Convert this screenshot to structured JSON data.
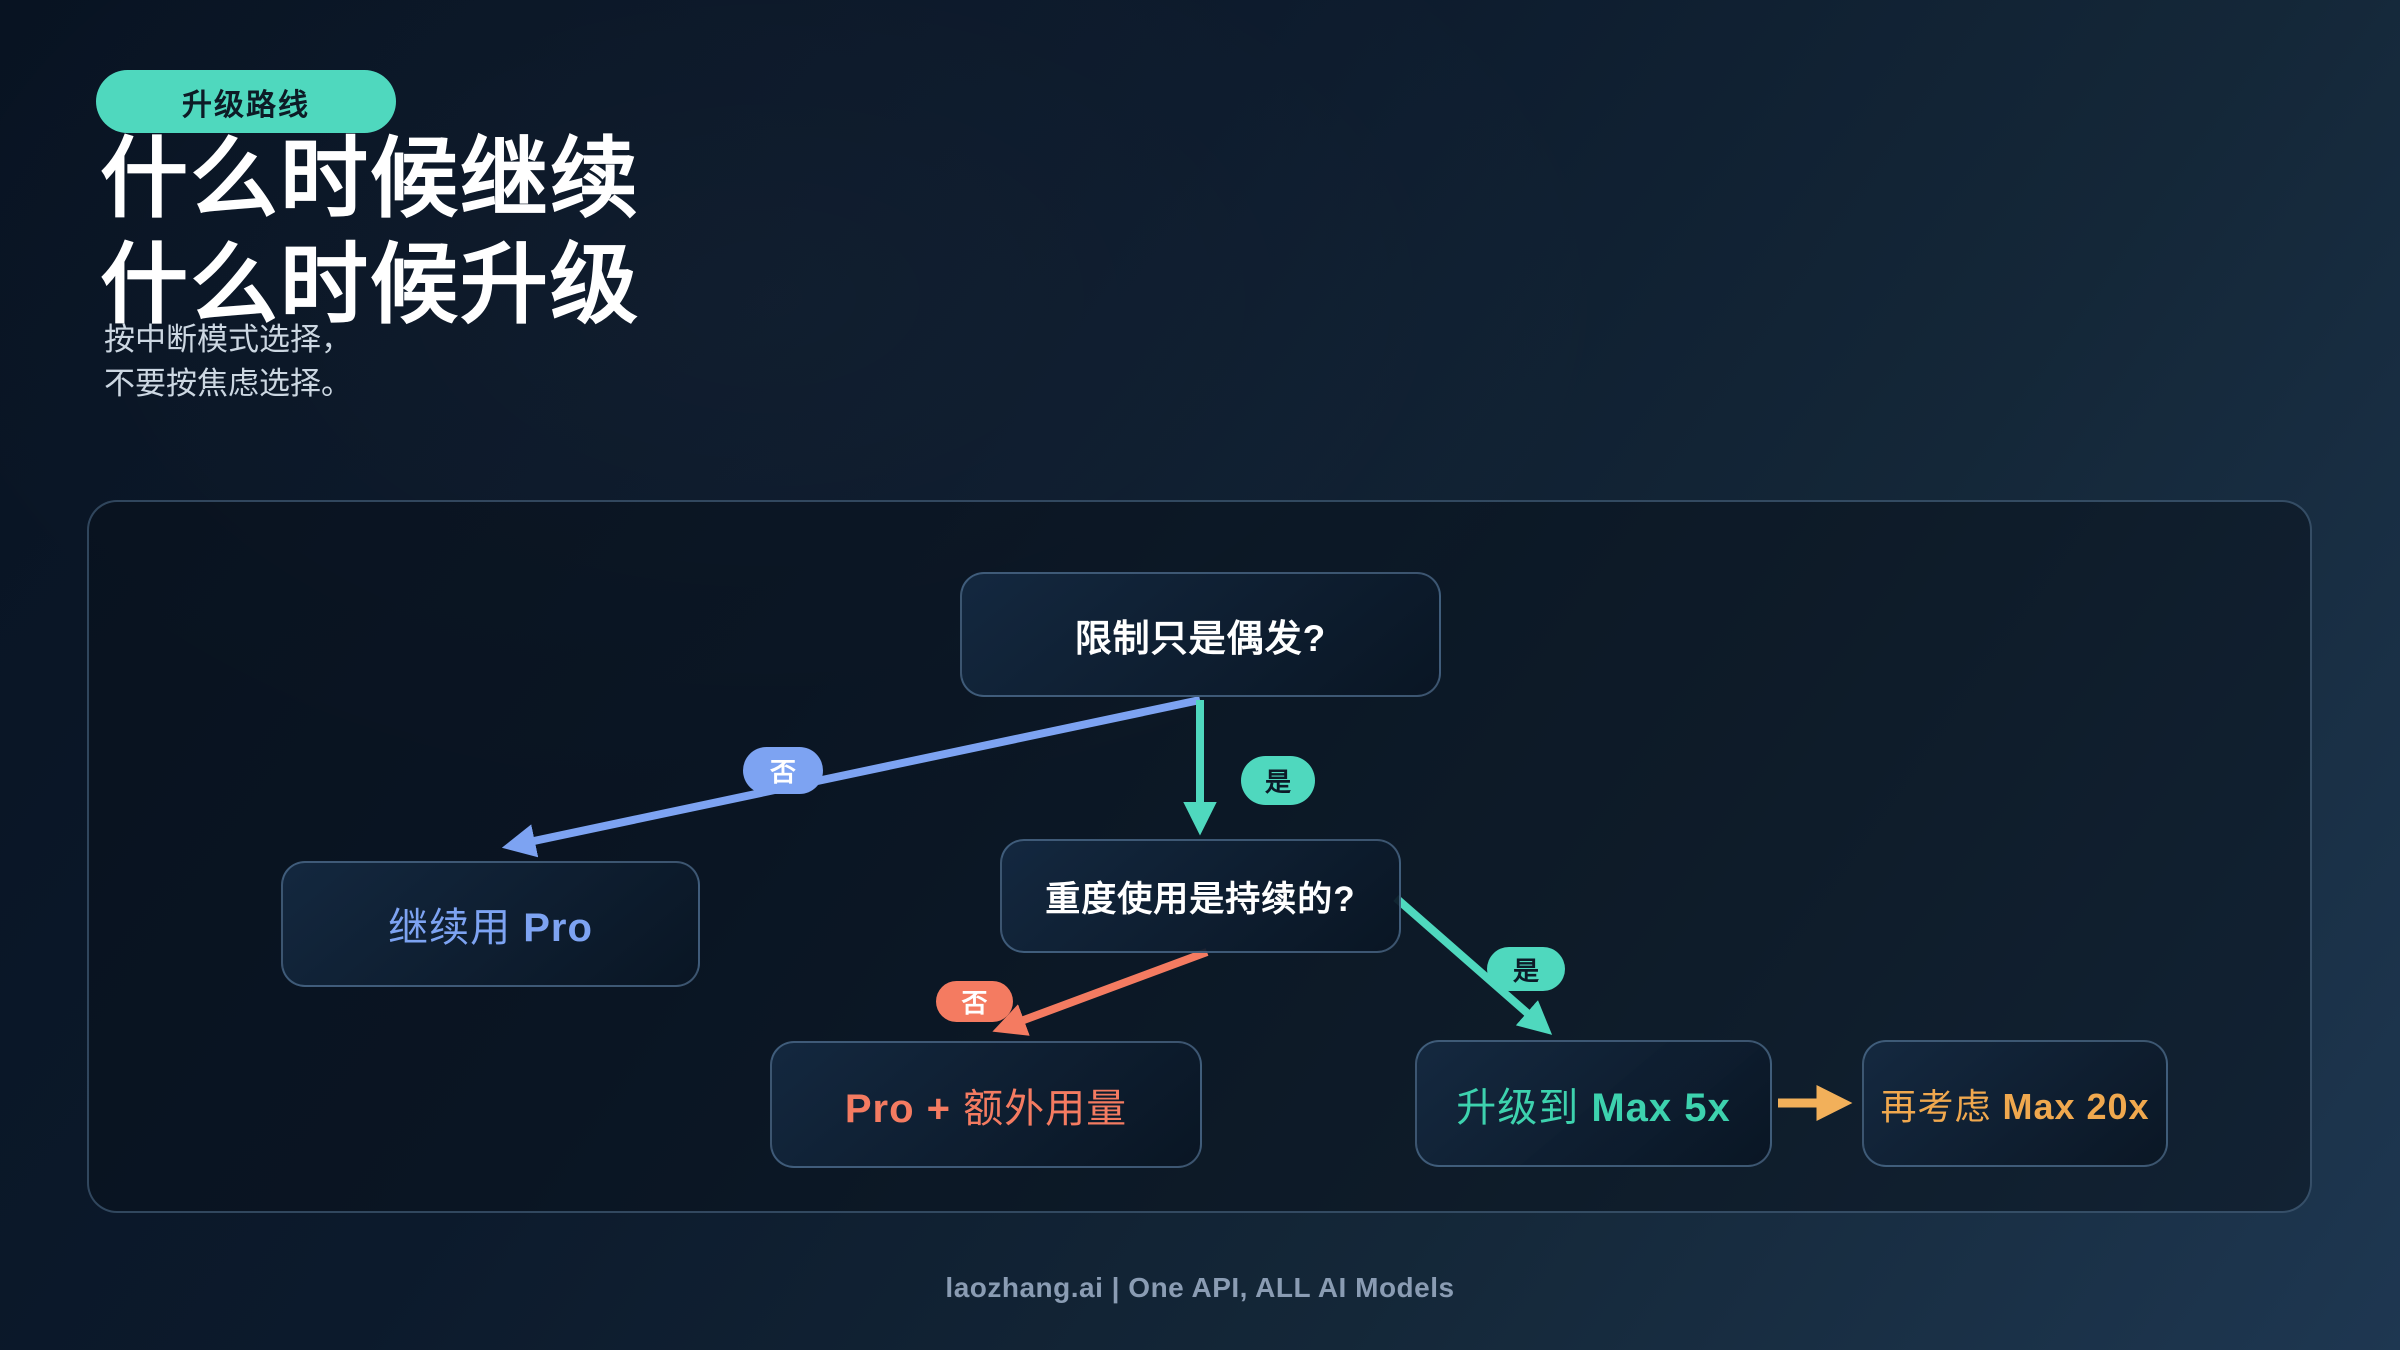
{
  "badge": {
    "label": "升级路线"
  },
  "title": {
    "line1": "什么时候继续",
    "line2": "什么时候升级"
  },
  "subtitle": {
    "line1": "按中断模式选择，",
    "line2": "不要按焦虑选择。"
  },
  "flowchart": {
    "q1": {
      "text": "限制只是偶发?"
    },
    "q2": {
      "text": "重度使用是持续的?"
    },
    "pro": {
      "prefix": "继续用 ",
      "bold": "Pro"
    },
    "pro_extra": {
      "bold": "Pro +",
      "suffix": " 额外用量"
    },
    "max5x": {
      "prefix": "升级到 ",
      "bold": "Max 5x"
    },
    "max20x": {
      "prefix": "再考虑 ",
      "bold": "Max 20x"
    },
    "labels": {
      "no1": "否",
      "yes1": "是",
      "no2": "否",
      "yes2": "是"
    }
  },
  "footer": {
    "text": "laozhang.ai | One API, ALL AI Models"
  },
  "colors": {
    "teal": "#4fd8be",
    "teal_text": "#3dd2ae",
    "blue": "#7da3f2",
    "salmon": "#f47b61",
    "amber": "#f0a84e",
    "arrow_amber": "#f2b05a",
    "footer": "#8a9cb3"
  }
}
